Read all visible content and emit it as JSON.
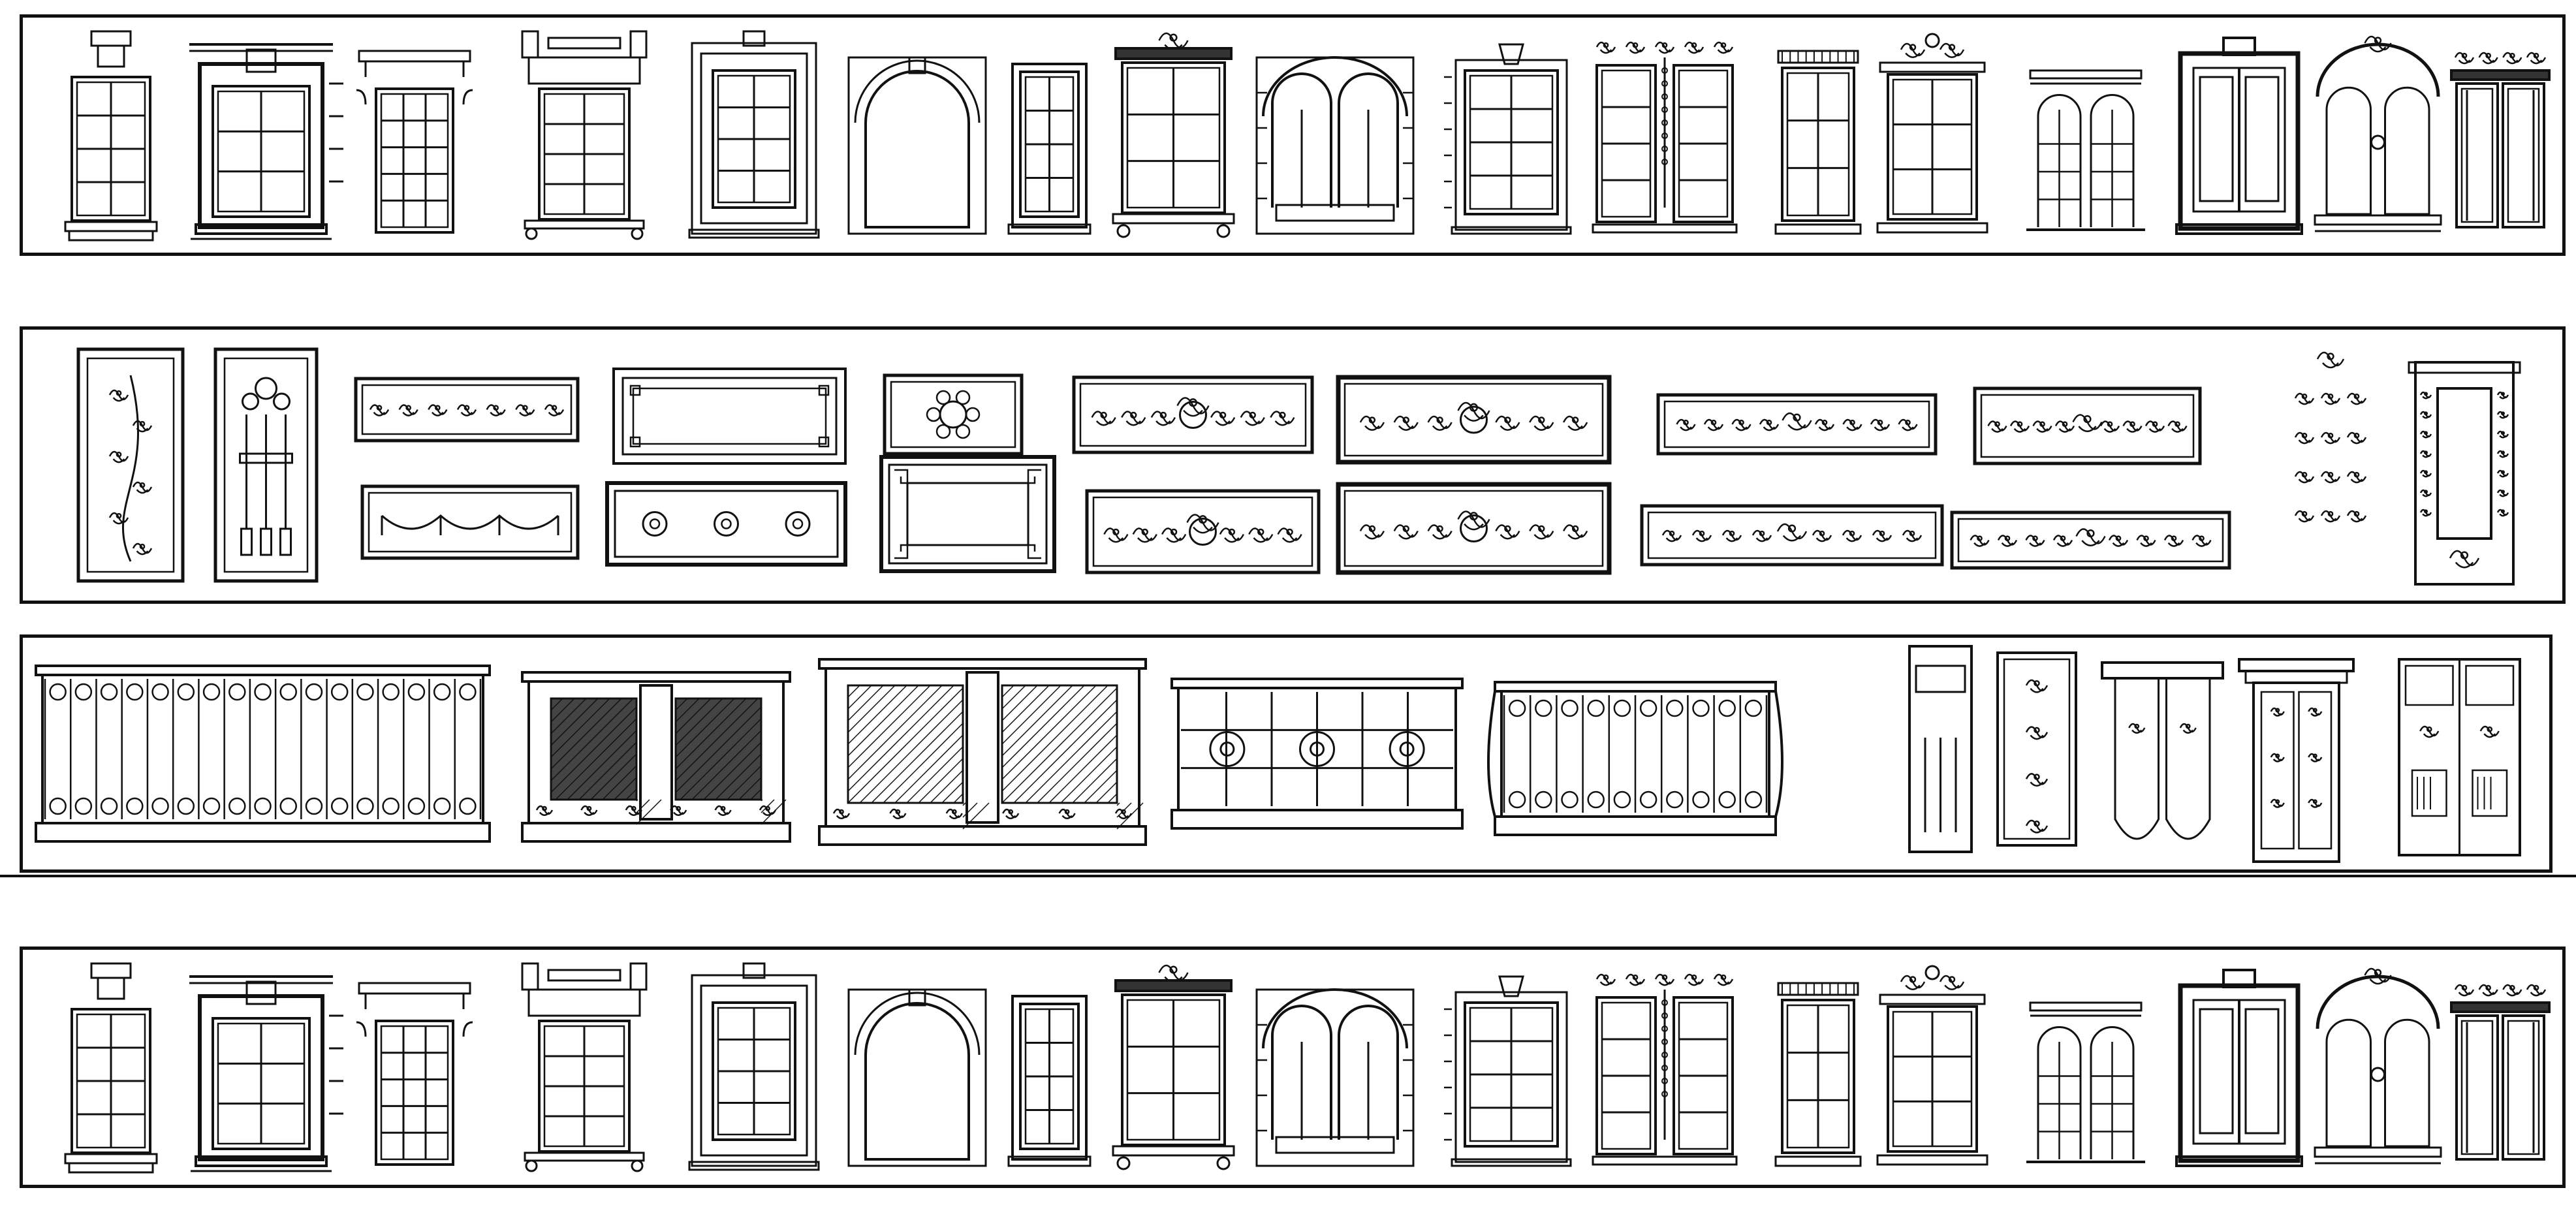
{
  "sheet": {
    "background": "#ffffff",
    "line_color": "#111111"
  },
  "rows": [
    {
      "id": "windows-row-top",
      "kind": "window elevations",
      "items": [
        {
          "type": "window",
          "variant": "keystone-cap"
        },
        {
          "type": "window",
          "variant": "deep-frame"
        },
        {
          "type": "window",
          "variant": "pediment-grid"
        },
        {
          "type": "window",
          "variant": "column-top"
        },
        {
          "type": "window",
          "variant": "stepped-surround"
        },
        {
          "type": "window",
          "variant": "moorish-arch"
        },
        {
          "type": "window",
          "variant": "simple-casement"
        },
        {
          "type": "window",
          "variant": "ornate-crown"
        },
        {
          "type": "window",
          "variant": "twin-arch-stone"
        },
        {
          "type": "window",
          "variant": "keystone-frame"
        },
        {
          "type": "window",
          "variant": "twin-leaf-garland"
        },
        {
          "type": "window",
          "variant": "cornice-simple"
        },
        {
          "type": "window",
          "variant": "scroll-crown"
        },
        {
          "type": "window",
          "variant": "twin-arch-small"
        },
        {
          "type": "window",
          "variant": "bold-frame"
        },
        {
          "type": "window",
          "variant": "arched-crest"
        },
        {
          "type": "window",
          "variant": "carved-crest"
        }
      ]
    },
    {
      "id": "relief-panels-row",
      "kind": "carved relief panels",
      "items": [
        {
          "type": "panel",
          "variant": "tall-vine"
        },
        {
          "type": "panel",
          "variant": "tall-tassel"
        },
        {
          "type": "panel",
          "variant": "frieze-floral"
        },
        {
          "type": "panel",
          "variant": "frame-plain"
        },
        {
          "type": "panel",
          "variant": "rosette-square"
        },
        {
          "type": "panel",
          "variant": "acanthus-center"
        },
        {
          "type": "panel",
          "variant": "acanthus-wide"
        },
        {
          "type": "panel",
          "variant": "scroll-frieze"
        },
        {
          "type": "panel",
          "variant": "flower-frieze"
        },
        {
          "type": "panel",
          "variant": "swag"
        },
        {
          "type": "panel",
          "variant": "triple-rosette"
        },
        {
          "type": "panel",
          "variant": "fret-square"
        },
        {
          "type": "panel",
          "variant": "heart-acanthus"
        },
        {
          "type": "panel",
          "variant": "lotus-wide"
        },
        {
          "type": "panel",
          "variant": "vine-frieze"
        },
        {
          "type": "panel",
          "variant": "tulip-frieze"
        },
        {
          "type": "ornament",
          "variant": "applique-set"
        },
        {
          "type": "panel",
          "variant": "pilaster-frame"
        }
      ]
    },
    {
      "id": "balustrade-row",
      "kind": "railings and pilasters",
      "items": [
        {
          "type": "railing",
          "variant": "scroll-long"
        },
        {
          "type": "railing",
          "variant": "lattice-dark"
        },
        {
          "type": "railing",
          "variant": "lattice-scroll"
        },
        {
          "type": "railing",
          "variant": "circle-grid"
        },
        {
          "type": "railing",
          "variant": "bombe-scroll"
        },
        {
          "type": "pilaster",
          "variant": "fluted"
        },
        {
          "type": "pilaster",
          "variant": "carved-leaf"
        },
        {
          "type": "bracket",
          "variant": "twin-console"
        },
        {
          "type": "pilaster",
          "variant": "capital-pair"
        },
        {
          "type": "pilaster",
          "variant": "panel-pair"
        }
      ]
    },
    {
      "id": "windows-row-bottom",
      "kind": "window elevations",
      "items": [
        {
          "type": "window",
          "variant": "keystone-cap"
        },
        {
          "type": "window",
          "variant": "deep-frame"
        },
        {
          "type": "window",
          "variant": "pediment-grid"
        },
        {
          "type": "window",
          "variant": "column-top"
        },
        {
          "type": "window",
          "variant": "stepped-surround"
        },
        {
          "type": "window",
          "variant": "moorish-arch"
        },
        {
          "type": "window",
          "variant": "simple-casement"
        },
        {
          "type": "window",
          "variant": "ornate-crown"
        },
        {
          "type": "window",
          "variant": "twin-arch-stone"
        },
        {
          "type": "window",
          "variant": "keystone-frame"
        },
        {
          "type": "window",
          "variant": "twin-leaf-garland"
        },
        {
          "type": "window",
          "variant": "cornice-simple"
        },
        {
          "type": "window",
          "variant": "scroll-crown"
        },
        {
          "type": "window",
          "variant": "twin-arch-small"
        },
        {
          "type": "window",
          "variant": "bold-frame"
        },
        {
          "type": "window",
          "variant": "arched-crest"
        },
        {
          "type": "window",
          "variant": "carved-crest"
        }
      ]
    }
  ]
}
